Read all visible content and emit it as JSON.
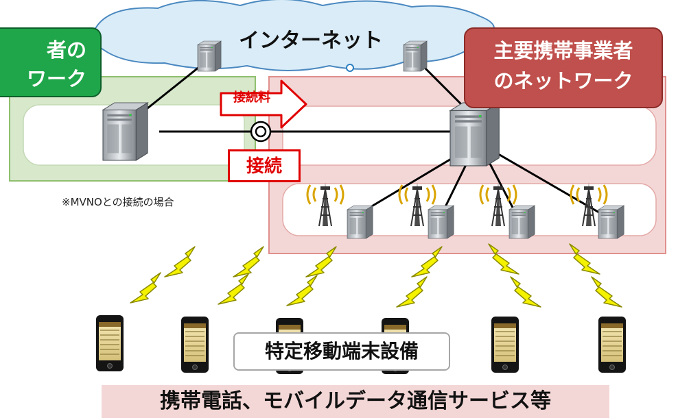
{
  "labels": {
    "internet": "インターネット",
    "mvno_network": "者の\nワーク",
    "major_carrier_network": "主要携帯事業者\nのネットワーク",
    "connection_fee": "接続料",
    "connection": "接続",
    "note": "※MVNOとの接続の場合",
    "terminal_equipment": "特定移動端末設備",
    "services": "携帯電話、モバイルデータ通信サービス等"
  },
  "colors": {
    "mvno_green": "#1fa64a",
    "major_red": "#c0504d",
    "accent_red": "#e00000",
    "lightning_yellow": "#f5f200",
    "cloud_blue": "#d9ecf7",
    "service_band": "#f3d7d6"
  },
  "icons": [
    "cloud-icon",
    "server-icon",
    "cell-tower-icon",
    "smartphone-icon",
    "lightning-icon",
    "interconnect-symbol-icon",
    "arrow-right-icon"
  ]
}
